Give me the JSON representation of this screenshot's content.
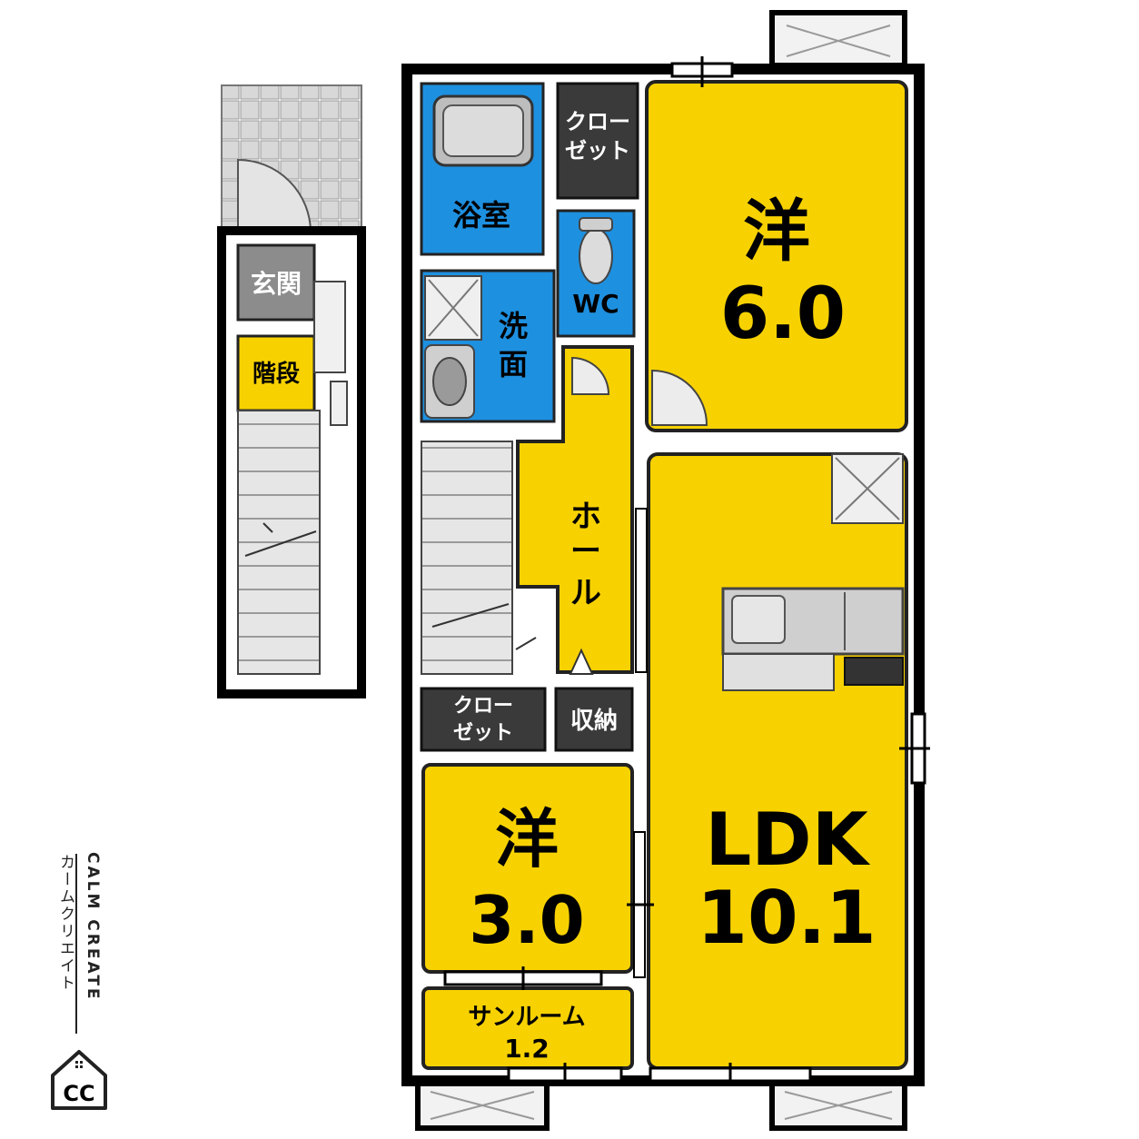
{
  "rooms": {
    "western_large": {
      "name": "洋",
      "size": "6.0"
    },
    "western_small": {
      "name": "洋",
      "size": "3.0"
    },
    "ldk": {
      "name": "LDK",
      "size": "10.1"
    },
    "sunroom": {
      "name": "サンルーム",
      "size": "1.2"
    },
    "bath": "浴室",
    "washroom": "洗面",
    "wc": "WC",
    "hall": "ホール",
    "closet_top_1": "クロー",
    "closet_top_2": "ゼット",
    "closet_bottom_1": "クロー",
    "closet_bottom_2": "ゼット",
    "storage": "収納",
    "entrance": "玄関",
    "stairs": "階段"
  },
  "brand": {
    "name_en": "CALM CREATE",
    "name_ja": "カームクリエイト",
    "logo_letters": "CC"
  },
  "colors": {
    "room_yellow": "#F7D200",
    "wet_blue": "#1E90E0",
    "closet_dark": "#3A3A3A",
    "entrance_gray": "#8A8A8A",
    "wall": "#000000"
  }
}
